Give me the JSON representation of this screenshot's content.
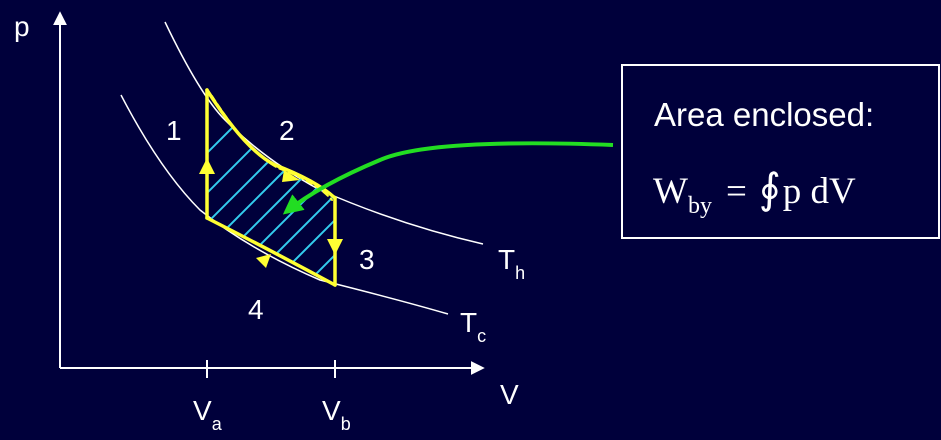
{
  "colors": {
    "background": "#00003b",
    "foreground": "#ffffff",
    "cycle": "#ffff33",
    "hatch": "#33ccee",
    "pointer": "#22dd22"
  },
  "axes": {
    "y_label": "p",
    "x_label": "V",
    "ticks": [
      {
        "base": "V",
        "sub": "a"
      },
      {
        "base": "V",
        "sub": "b"
      }
    ]
  },
  "isotherms": {
    "hot": {
      "base": "T",
      "sub": "h"
    },
    "cold": {
      "base": "T",
      "sub": "c"
    }
  },
  "states": [
    "1",
    "2",
    "3",
    "4"
  ],
  "annotation": {
    "title": "Area enclosed:",
    "formula": {
      "lhs": "W",
      "lhs_sub": "by",
      "equals": "=",
      "integral": "∮",
      "integrand": "p dV"
    }
  }
}
